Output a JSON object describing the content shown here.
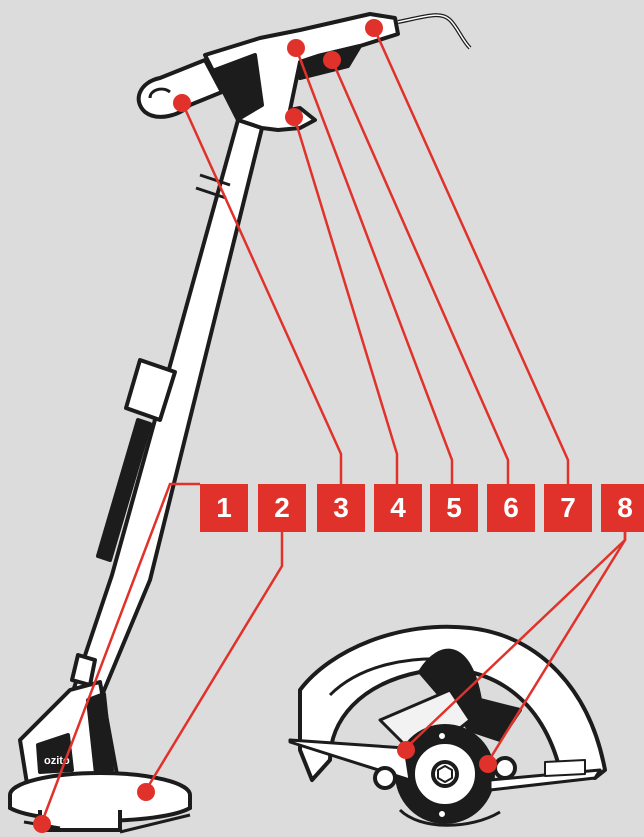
{
  "colors": {
    "background": "#dcdcdc",
    "callout": "#e0322b",
    "outline": "#1c1c1c",
    "body": "#ffffff"
  },
  "brand": "ozito",
  "callouts": [
    {
      "number": "1",
      "target": "trimmer-head-line-spool"
    },
    {
      "number": "2",
      "target": "trimmer-head-cover"
    },
    {
      "number": "3",
      "target": "auxiliary-handle"
    },
    {
      "number": "4",
      "target": "trigger-switch"
    },
    {
      "number": "5",
      "target": "lock-off-button"
    },
    {
      "number": "6",
      "target": "main-handle-grip"
    },
    {
      "number": "7",
      "target": "power-cord-hook"
    },
    {
      "number": "8",
      "target": "guard-mounting-points"
    }
  ]
}
